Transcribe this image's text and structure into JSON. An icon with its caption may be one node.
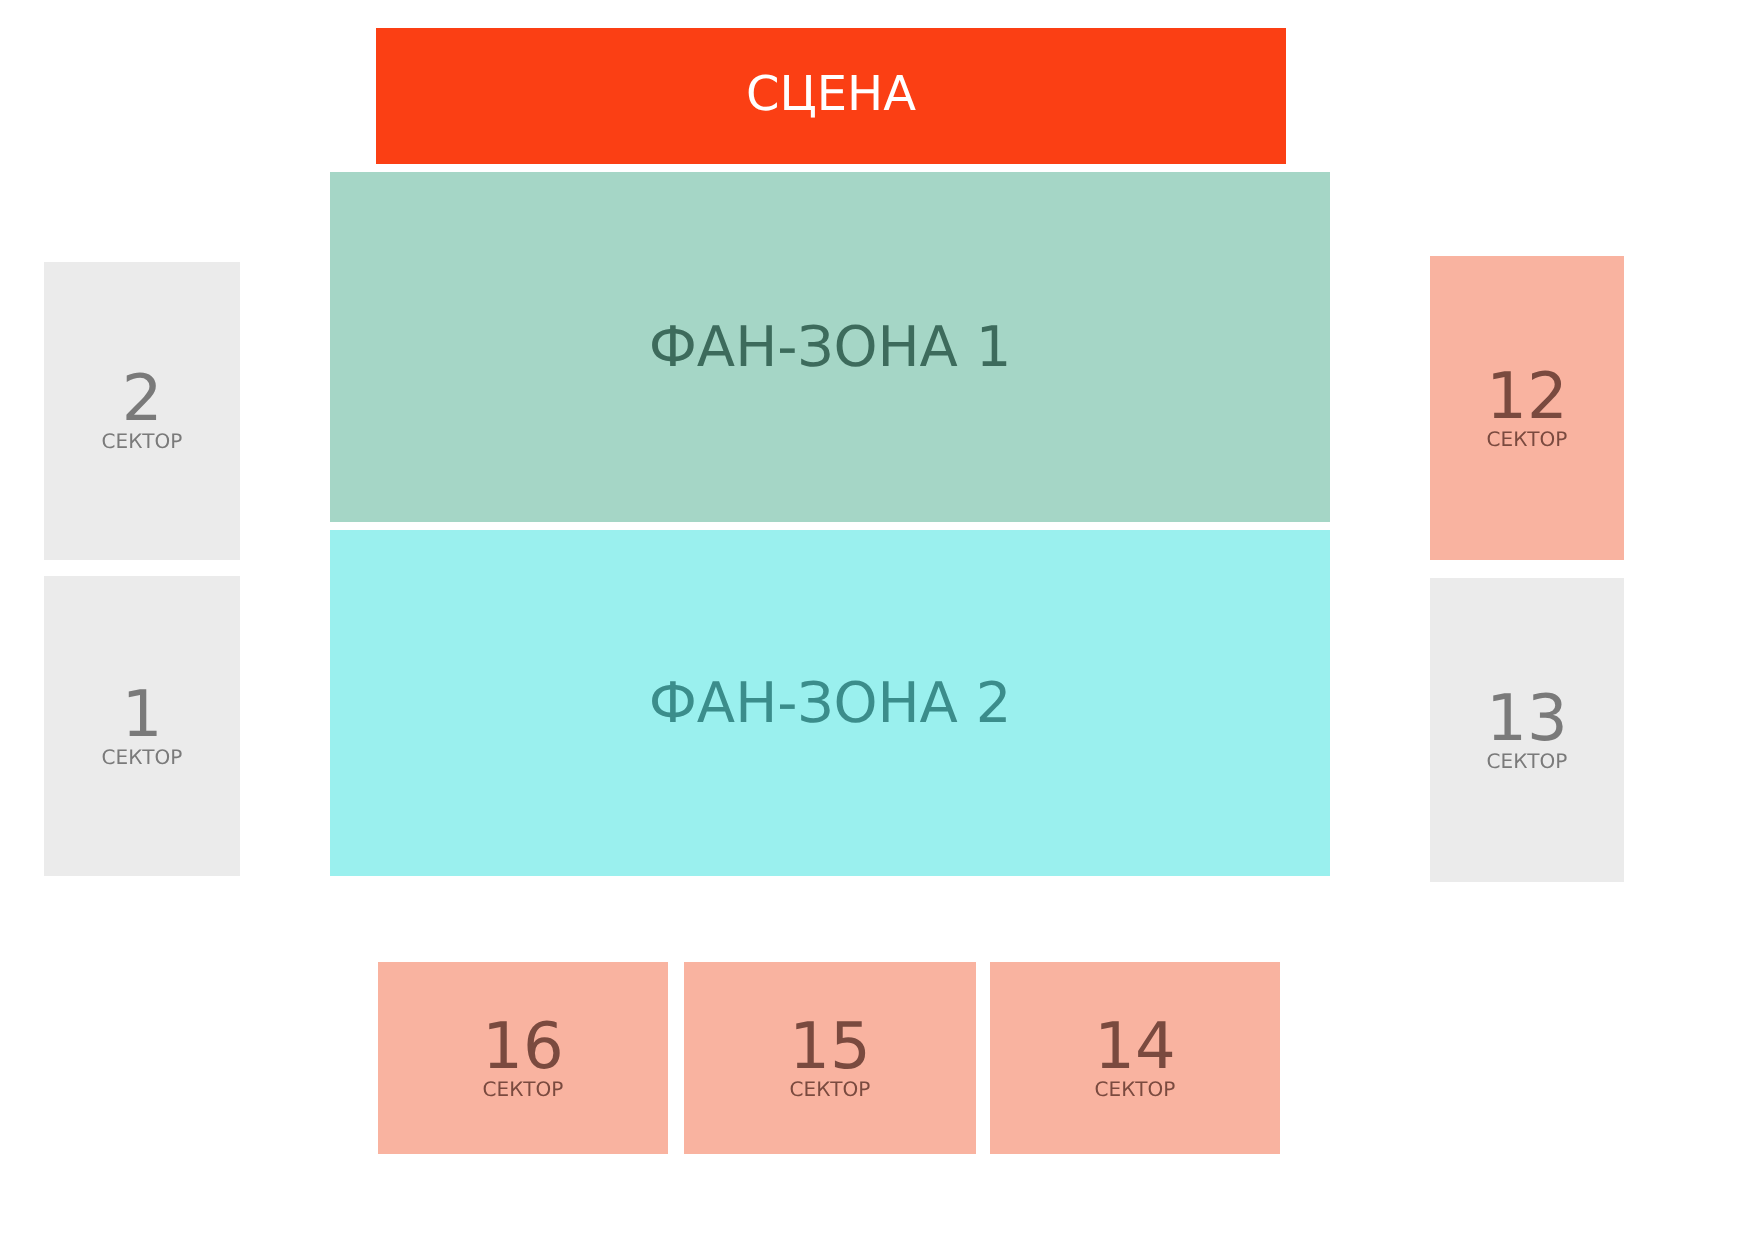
{
  "diagram": {
    "nodes": [
      {
        "text": [
          "СЦЕНА"
        ]
      },
      {
        "text": [
          "2",
          "СЕКТОР"
        ]
      },
      {
        "text": [
          "ФАН-ЗОНА 1"
        ]
      },
      {
        "text": [
          "12",
          "СЕКТОР"
        ]
      },
      {
        "text": [
          "1",
          "СЕКТОР"
        ]
      },
      {
        "text": [
          "ФАН-ЗОНА 2"
        ]
      },
      {
        "text": [
          "13",
          "СЕКТОР"
        ]
      },
      {
        "text": [
          "16",
          "СЕКТОР"
        ]
      },
      {
        "text": [
          "15",
          "СЕКТОР"
        ]
      },
      {
        "text": [
          "14",
          "СЕКТОР"
        ]
      }
    ]
  }
}
